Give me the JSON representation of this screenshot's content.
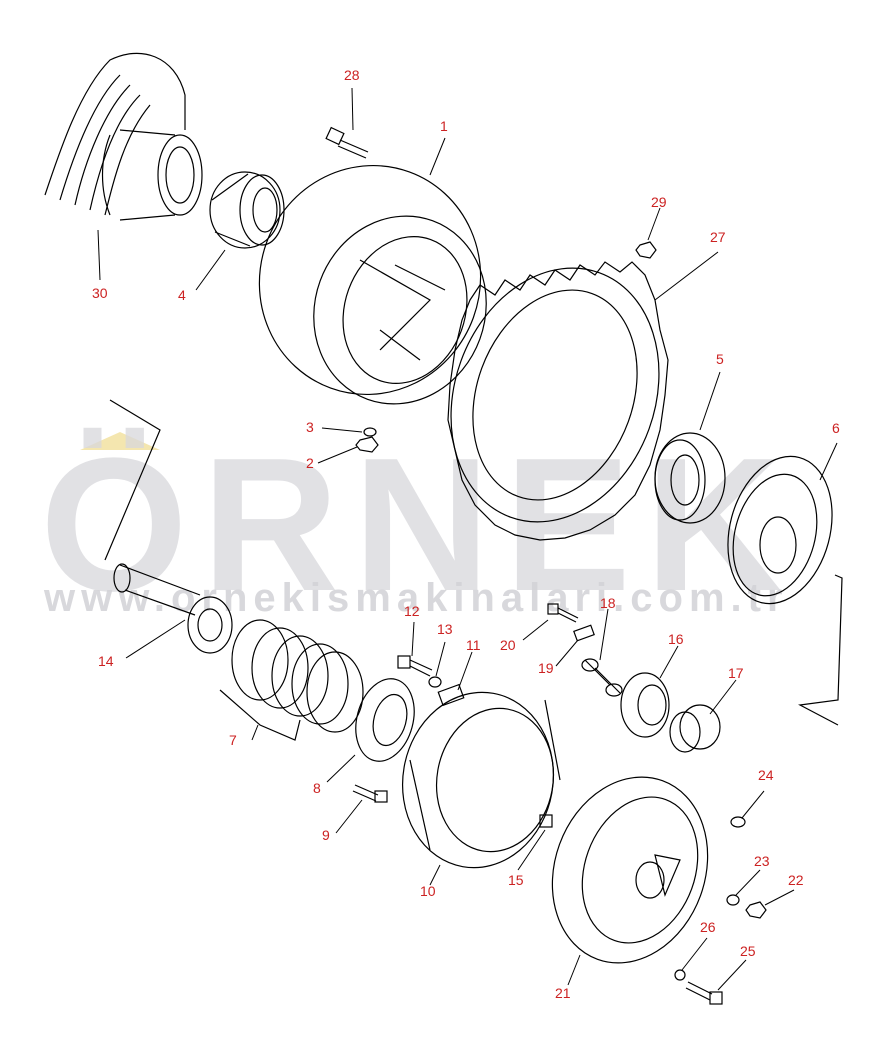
{
  "watermark": {
    "brand": "ÖRNEK",
    "url": "www.ornekismakinalari.com.tr"
  },
  "colors": {
    "label": "#cc2222",
    "line": "#000000",
    "watermark": "#d8d8dc",
    "accent": "#f3e3a6"
  },
  "part_labels": {
    "l1": "1",
    "l2": "2",
    "l3": "3",
    "l4": "4",
    "l5": "5",
    "l6": "6",
    "l7": "7",
    "l8": "8",
    "l9": "9",
    "l10": "10",
    "l11": "11",
    "l12": "12",
    "l13": "13",
    "l14": "14",
    "l15": "15",
    "l16": "16",
    "l17": "17",
    "l18": "18",
    "l19": "19",
    "l20": "20",
    "l21": "21",
    "l22": "22",
    "l23": "23",
    "l24": "24",
    "l25": "25",
    "l26": "26",
    "l27": "27",
    "l28": "28",
    "l29": "29",
    "l30": "30"
  }
}
